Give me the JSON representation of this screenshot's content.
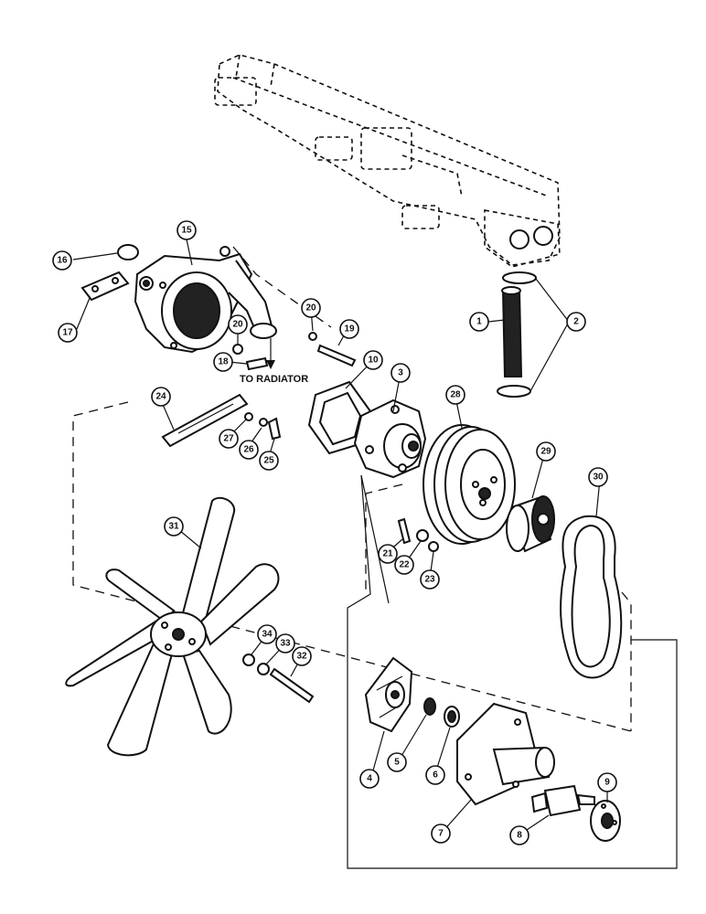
{
  "note": "TO RADIATOR",
  "callouts": {
    "c1": "1",
    "c2": "2",
    "c3": "3",
    "c4": "4",
    "c5": "5",
    "c6": "6",
    "c7": "7",
    "c8": "8",
    "c9": "9",
    "c10": "10",
    "c15": "15",
    "c16": "16",
    "c17": "17",
    "c18": "18",
    "c19": "19",
    "c20a": "20",
    "c20b": "20",
    "c21": "21",
    "c22": "22",
    "c23": "23",
    "c24": "24",
    "c25": "25",
    "c26": "26",
    "c27": "27",
    "c28": "28",
    "c29": "29",
    "c30": "30",
    "c31": "31",
    "c32": "32",
    "c33": "33",
    "c34": "34"
  }
}
